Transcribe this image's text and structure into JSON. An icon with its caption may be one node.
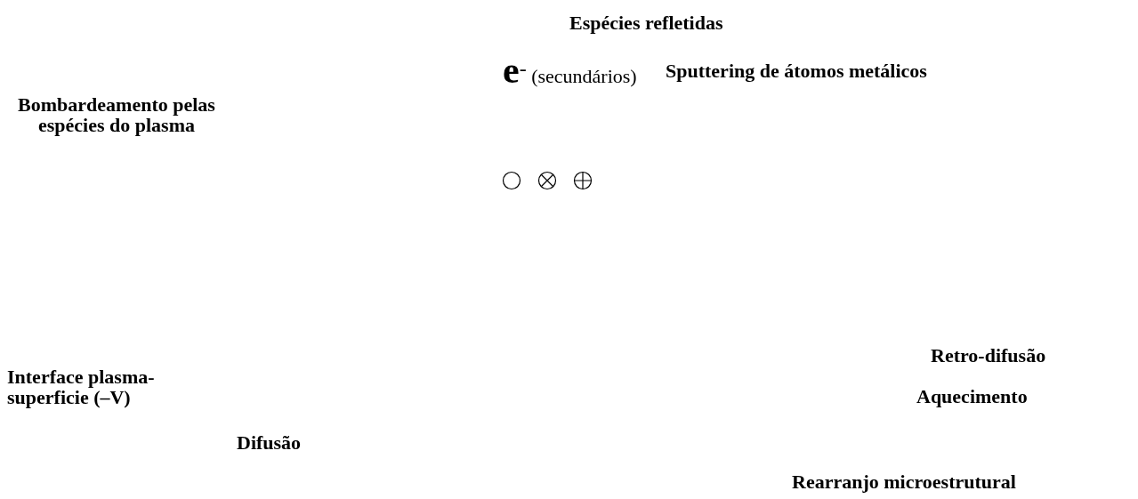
{
  "diagram": {
    "labels": [
      "Espécies refletidas",
      "**e**$^{-}$ (secundários)",
      "Sputtering de átomos metálicos",
      "Bombardeamento pelas espécies do plasma",
      "Retro-difusão",
      "Interface plasma- superficie (–V)",
      "Aquecimento",
      "Difusão",
      "Rearranjo microestrutural"
    ]
  }
}
